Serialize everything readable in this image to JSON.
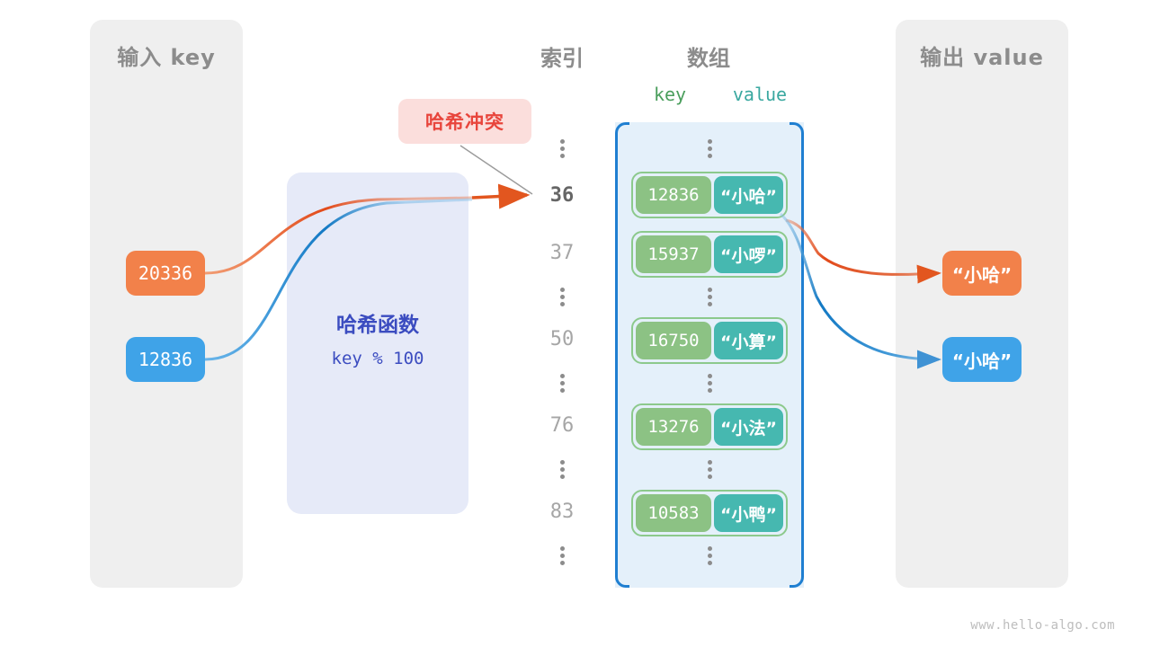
{
  "panels": {
    "input": {
      "title": "输入 key"
    },
    "output": {
      "title": "输出 value"
    }
  },
  "headers": {
    "index": "索引",
    "array": "数组",
    "key": "key",
    "value": "value"
  },
  "hash_function": {
    "title": "哈希函数",
    "formula": "key % 100"
  },
  "annotation": {
    "collision": "哈希冲突"
  },
  "input_keys": [
    {
      "value": "20336",
      "color": "#f2814a"
    },
    {
      "value": "12836",
      "color": "#3fa3e8"
    }
  ],
  "output_values": [
    {
      "value": "“小哈”",
      "color": "#f2814a"
    },
    {
      "value": "“小哈”",
      "color": "#3fa3e8"
    }
  ],
  "array_rows": [
    {
      "index": "36",
      "key": "12836",
      "value": "“小哈”",
      "highlighted": true
    },
    {
      "index": "37",
      "key": "15937",
      "value": "“小啰”",
      "highlighted": false
    },
    {
      "index": "50",
      "key": "16750",
      "value": "“小算”",
      "highlighted": false
    },
    {
      "index": "76",
      "key": "13276",
      "value": "“小法”",
      "highlighted": false
    },
    {
      "index": "83",
      "key": "10583",
      "value": "“小鸭”",
      "highlighted": false
    }
  ],
  "colors": {
    "panel_bg": "#efefef",
    "array_bg": "#e4f0fa",
    "array_bracket": "#1f7fd1",
    "cell_border": "#8cc98c",
    "cell_key_bg": "#8cc284",
    "cell_value_bg": "#46b8b0",
    "hash_bg": "#e6eaf8",
    "hash_text": "#3b4cc0",
    "collision_bg": "#fbdedc",
    "collision_text": "#e8453c",
    "orange": "#f2814a",
    "blue": "#3fa3e8",
    "header_text": "#8c8c8c",
    "key_header_text": "#4a9e5c",
    "value_header_text": "#3aa8a0"
  },
  "watermark": "www.hello-algo.com"
}
